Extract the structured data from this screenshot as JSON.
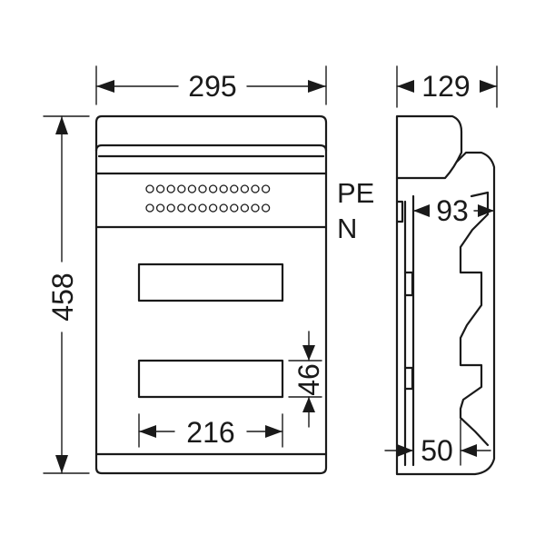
{
  "dimensions": {
    "front_width": "295",
    "height": "458",
    "side_depth": "129",
    "side_inner_depth": "93",
    "window_width": "216",
    "window_height": "46",
    "rail_offset": "50"
  },
  "labels": {
    "pe": "PE",
    "n": "N"
  },
  "terminal_block": {
    "rows": 2,
    "per_row": 12
  }
}
